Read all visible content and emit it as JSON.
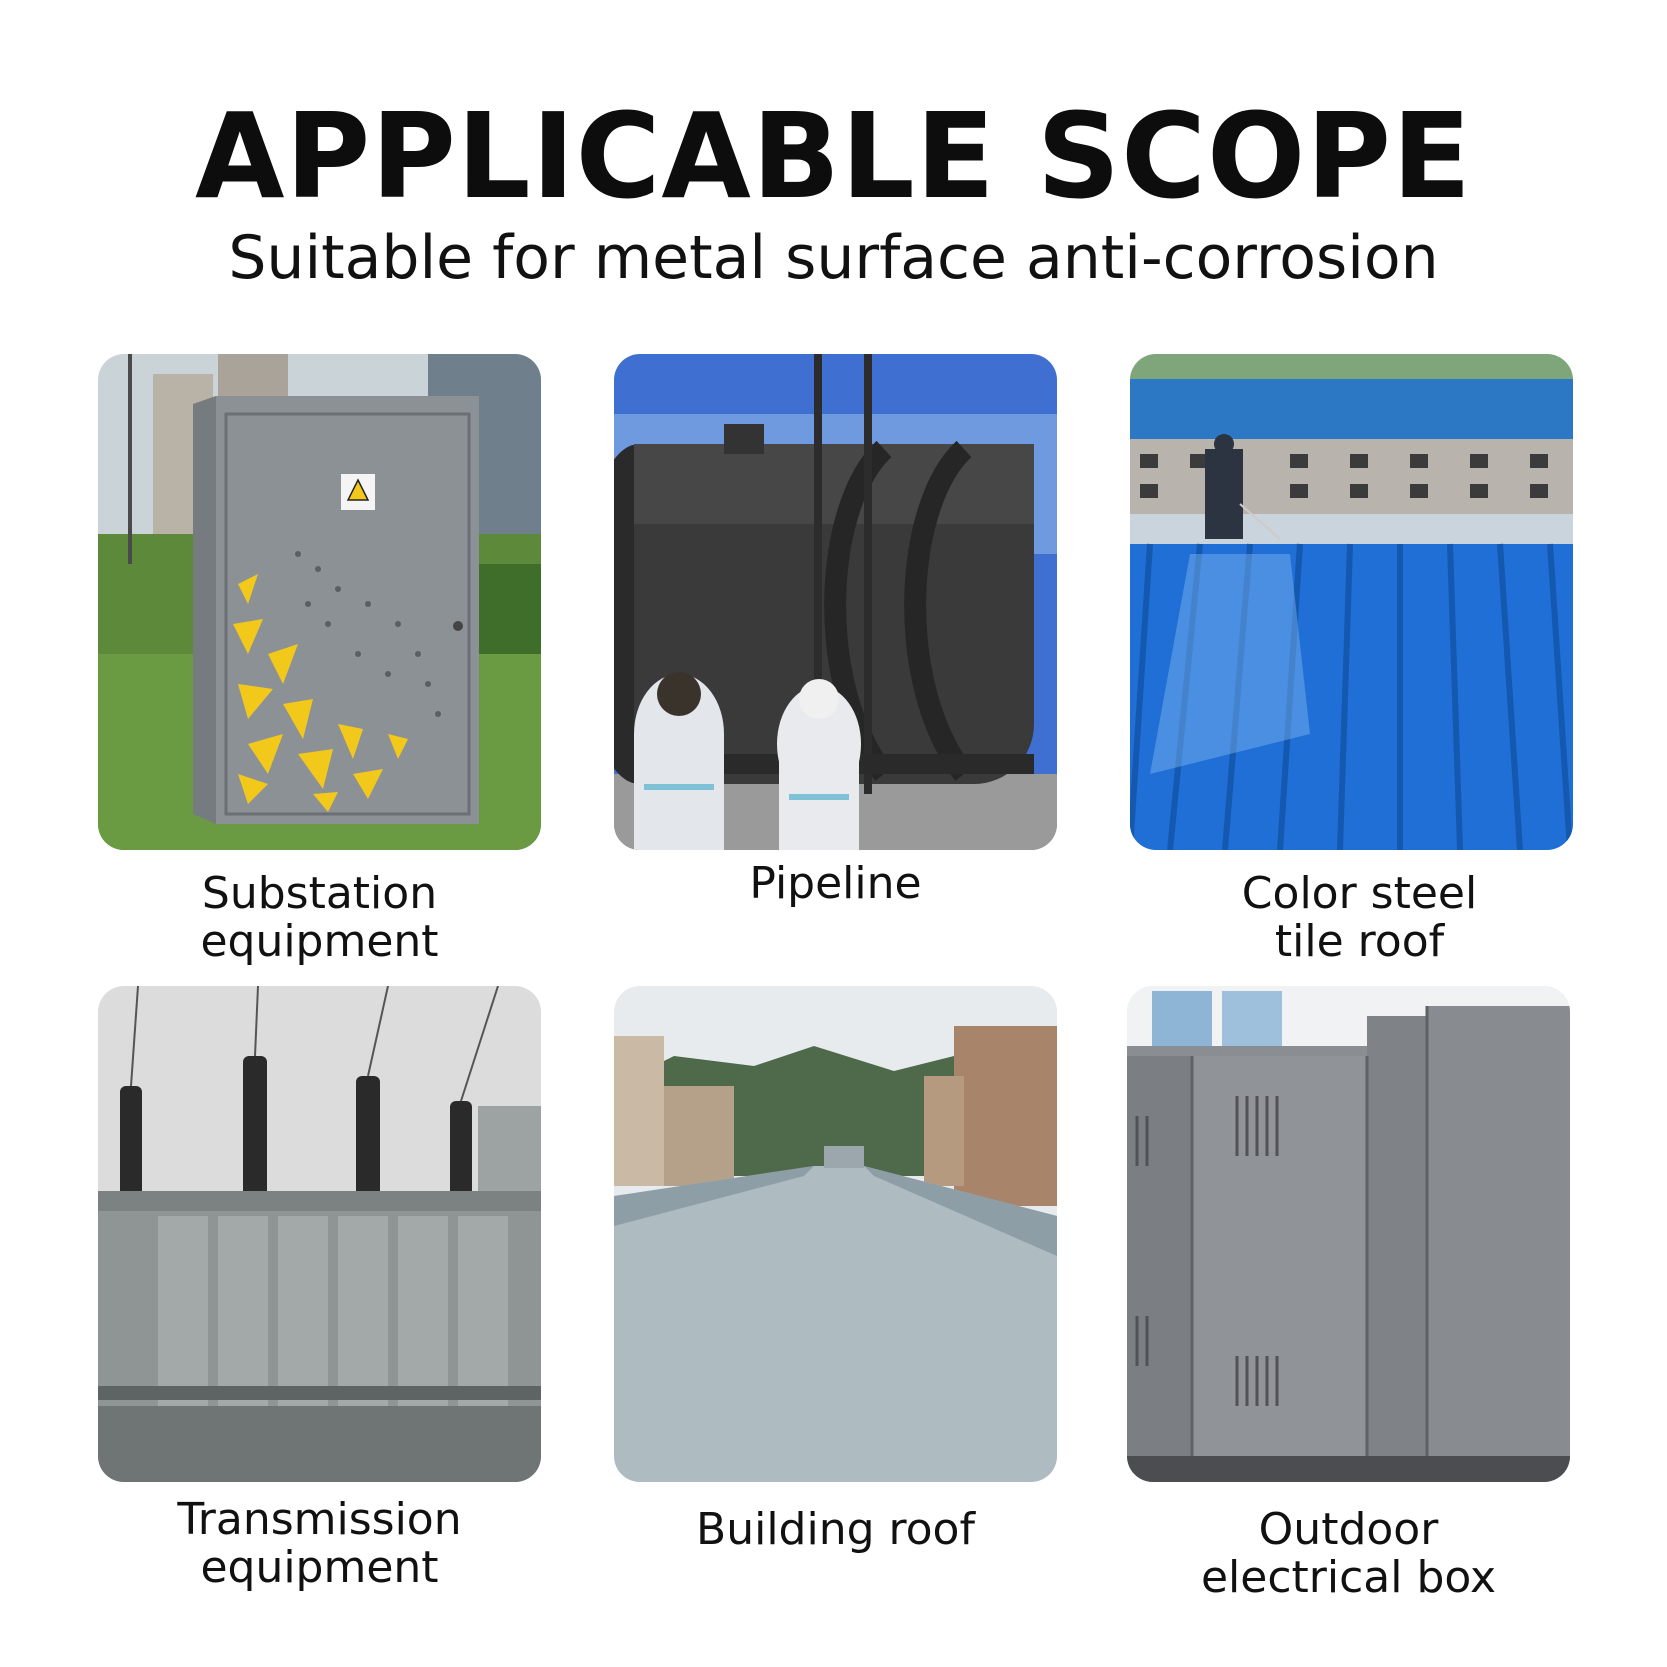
{
  "header": {
    "title": "APPLICABLE SCOPE",
    "subtitle": "Suitable for metal surface anti-corrosion"
  },
  "items": [
    {
      "label": "Substation\nequipment",
      "image": "substation-cabinet-photo"
    },
    {
      "label": "Pipeline",
      "image": "pipeline-tank-photo"
    },
    {
      "label": "Color steel\ntile roof",
      "image": "blue-steel-roof-photo"
    },
    {
      "label": "Transmission\nequipment",
      "image": "transformer-photo"
    },
    {
      "label": "Building roof",
      "image": "building-roof-photo"
    },
    {
      "label": "Outdoor\nelectrical box",
      "image": "electrical-box-photo"
    }
  ],
  "colors": {
    "background": "#ffffff",
    "text": "#111111",
    "cabinet_gray": "#8c9196",
    "accent_yellow": "#f2c81a",
    "roof_blue": "#1f6fd6"
  }
}
